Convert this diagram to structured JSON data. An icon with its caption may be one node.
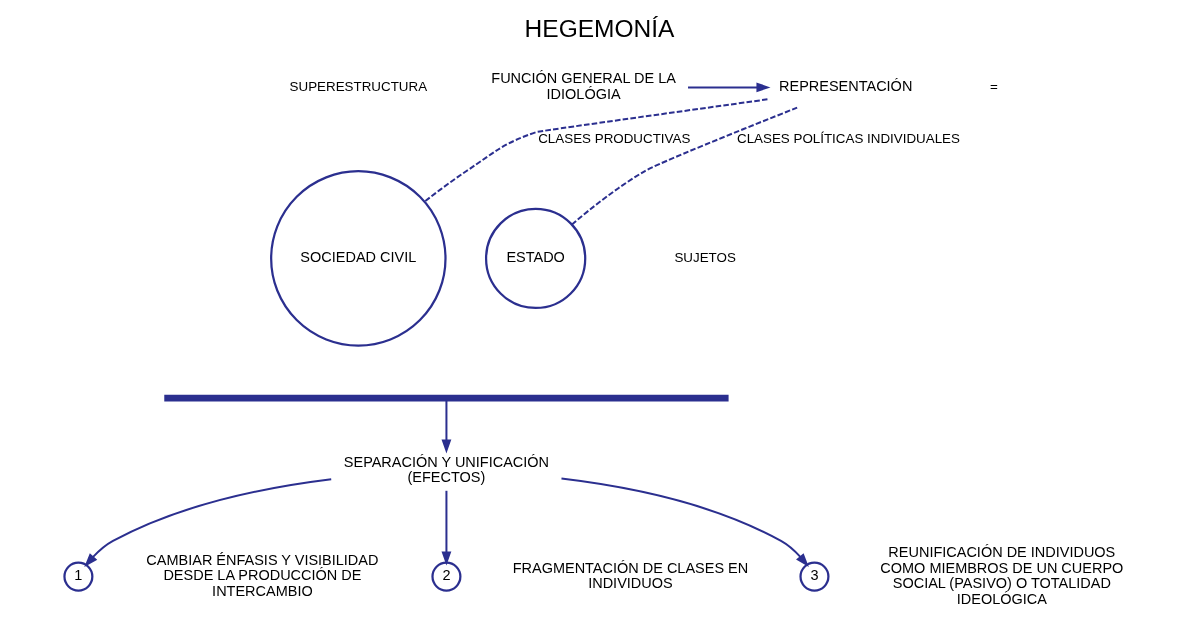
{
  "diagram": {
    "title": "HEGEMONÍA",
    "nodes": [
      {
        "text": [
          "SOCIEDAD CIVIL"
        ]
      },
      {
        "text": [
          "ESTADO"
        ]
      },
      {
        "text": [
          "FUNCIÓN GENERAL DE LA IDIOLÓGIA"
        ]
      },
      {
        "text": [
          "REPRESENTACIÓN"
        ]
      },
      {
        "text": [],
        "shape": "bar"
      },
      {
        "text": [
          "SEPARACIÓN Y UNIFICACIÓN (EFECTOS)"
        ]
      },
      {
        "text": [
          "1"
        ],
        "beside": [
          "CAMBIAR ÉNFASIS Y VISIBILIDAD DESDE LA PRODUCCIÓN DE INTERCAMBIO"
        ]
      },
      {
        "text": [
          "2"
        ],
        "beside": [
          "FRAGMENTACIÓN DE CLASES EN INDIVIDUOS"
        ]
      },
      {
        "text": [
          "3"
        ],
        "beside": [
          "REUNIFICACIÓN DE INDIVIDUOS COMO MIEMBROS DE UN CUERPO SOCIAL (PASIVO) O TOTALIDAD IDEOLÓGICA"
        ]
      }
    ],
    "edges": [
      {
        "from": 2,
        "to": 3,
        "arrow": "to"
      },
      {
        "from": 3,
        "to": 1,
        "arrow": "none",
        "style": "dashed",
        "label": "CLASES POLÍTICAS INDIVIDUALES"
      },
      {
        "from": 3,
        "to": 0,
        "arrow": "none",
        "style": "dashed",
        "label": "CLASES PRODUCTIVAS"
      },
      {
        "from": 4,
        "to": 5,
        "arrow": "to"
      },
      {
        "from": 5,
        "to": 6,
        "arrow": "to"
      },
      {
        "from": 5,
        "to": 7,
        "arrow": "to"
      },
      {
        "from": 5,
        "to": 8,
        "arrow": "to"
      }
    ],
    "labels": [
      "SUPERESTRUCTURA",
      "=",
      "SUJETOS"
    ]
  }
}
